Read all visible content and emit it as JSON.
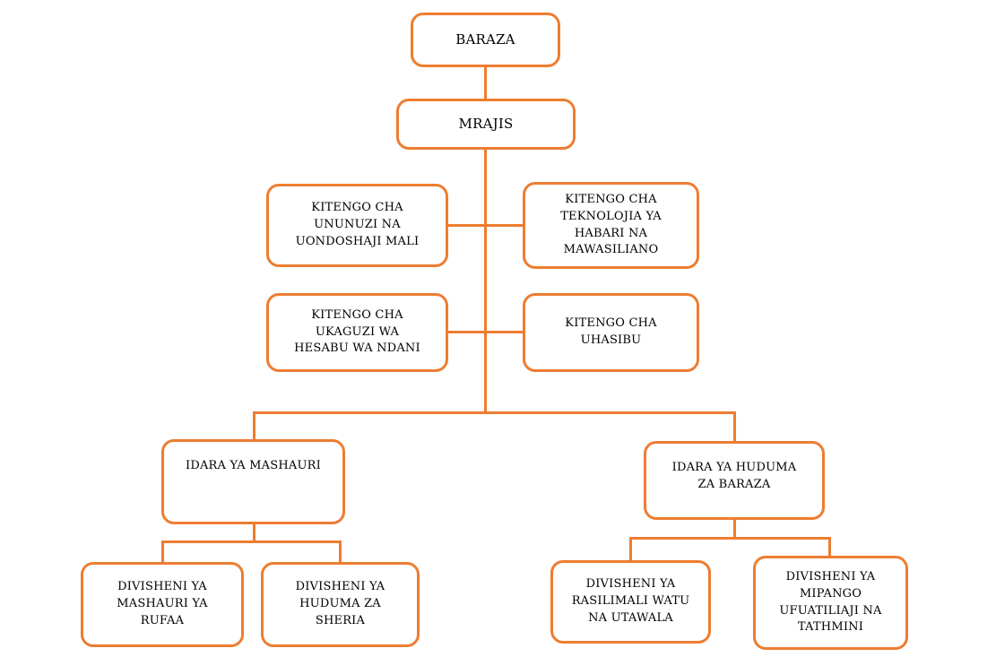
{
  "diagram": {
    "type": "org-chart",
    "accent_color": "#ED7D31",
    "text_color": "#000000",
    "background_color": "#FFFFFF",
    "nodes": {
      "baraza": {
        "label": "BARAZA"
      },
      "mrajis": {
        "label": "MRAJIS"
      },
      "kitengo_ununuzi": {
        "label": "KITENGO CHA\nUNUNUZI NA\nUONDOSHAJI MALI"
      },
      "kitengo_teknolojia": {
        "label": "KITENGO CHA\nTEKNOLOJIA YA\nHABARI NA\nMAWASILIANO"
      },
      "kitengo_ukaguzi": {
        "label": "KITENGO CHA\nUKAGUZI WA\nHESABU WA NDANI"
      },
      "kitengo_uhasibu": {
        "label": "KITENGO CHA\nUHASIBU"
      },
      "idara_mashauri": {
        "label": "IDARA YA MASHAURI"
      },
      "idara_huduma": {
        "label": "IDARA YA HUDUMA\nZA BARAZA"
      },
      "divisheni_rufaa": {
        "label": "DIVISHENI YA\nMASHAURI YA\nRUFAA"
      },
      "divisheni_sheria": {
        "label": "DIVISHENI YA\nHUDUMA ZA\nSHERIA"
      },
      "divisheni_rasilimali": {
        "label": "DIVISHENI YA\nRASILIMALI WATU\nNA UTAWALA"
      },
      "divisheni_mipango": {
        "label": "DIVISHENI YA\nMIPANGO\nUFUATILIAJI NA\nTATHMINI"
      }
    }
  }
}
